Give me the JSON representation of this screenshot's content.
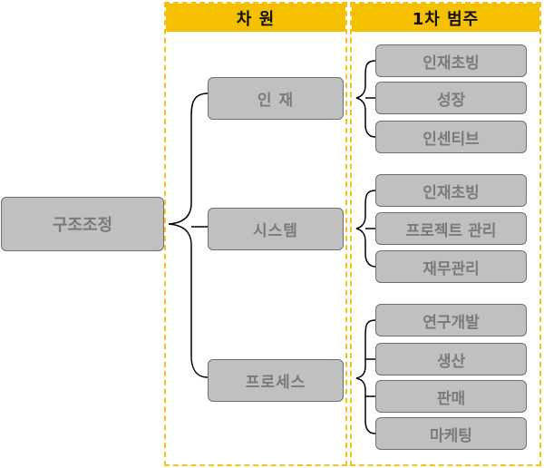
{
  "root": {
    "label": "구조조정"
  },
  "columns": {
    "dimension_header": "차 원",
    "category_header": "1차 범주"
  },
  "dimensions": [
    {
      "label": "인 재",
      "categories": [
        "인재초빙",
        "성장",
        "인센티브"
      ]
    },
    {
      "label": "시스템",
      "categories": [
        "인재초빙",
        "프로젝트 관리",
        "재무관리"
      ]
    },
    {
      "label": "프로세스",
      "categories": [
        "연구개발",
        "생산",
        "판매",
        "마케팅"
      ]
    }
  ],
  "colors": {
    "frame": "#f5c21b",
    "header": "#f5c000",
    "node_fill": "#c0c0c0",
    "node_text": "#7a7a7a",
    "connector": "#000000"
  }
}
